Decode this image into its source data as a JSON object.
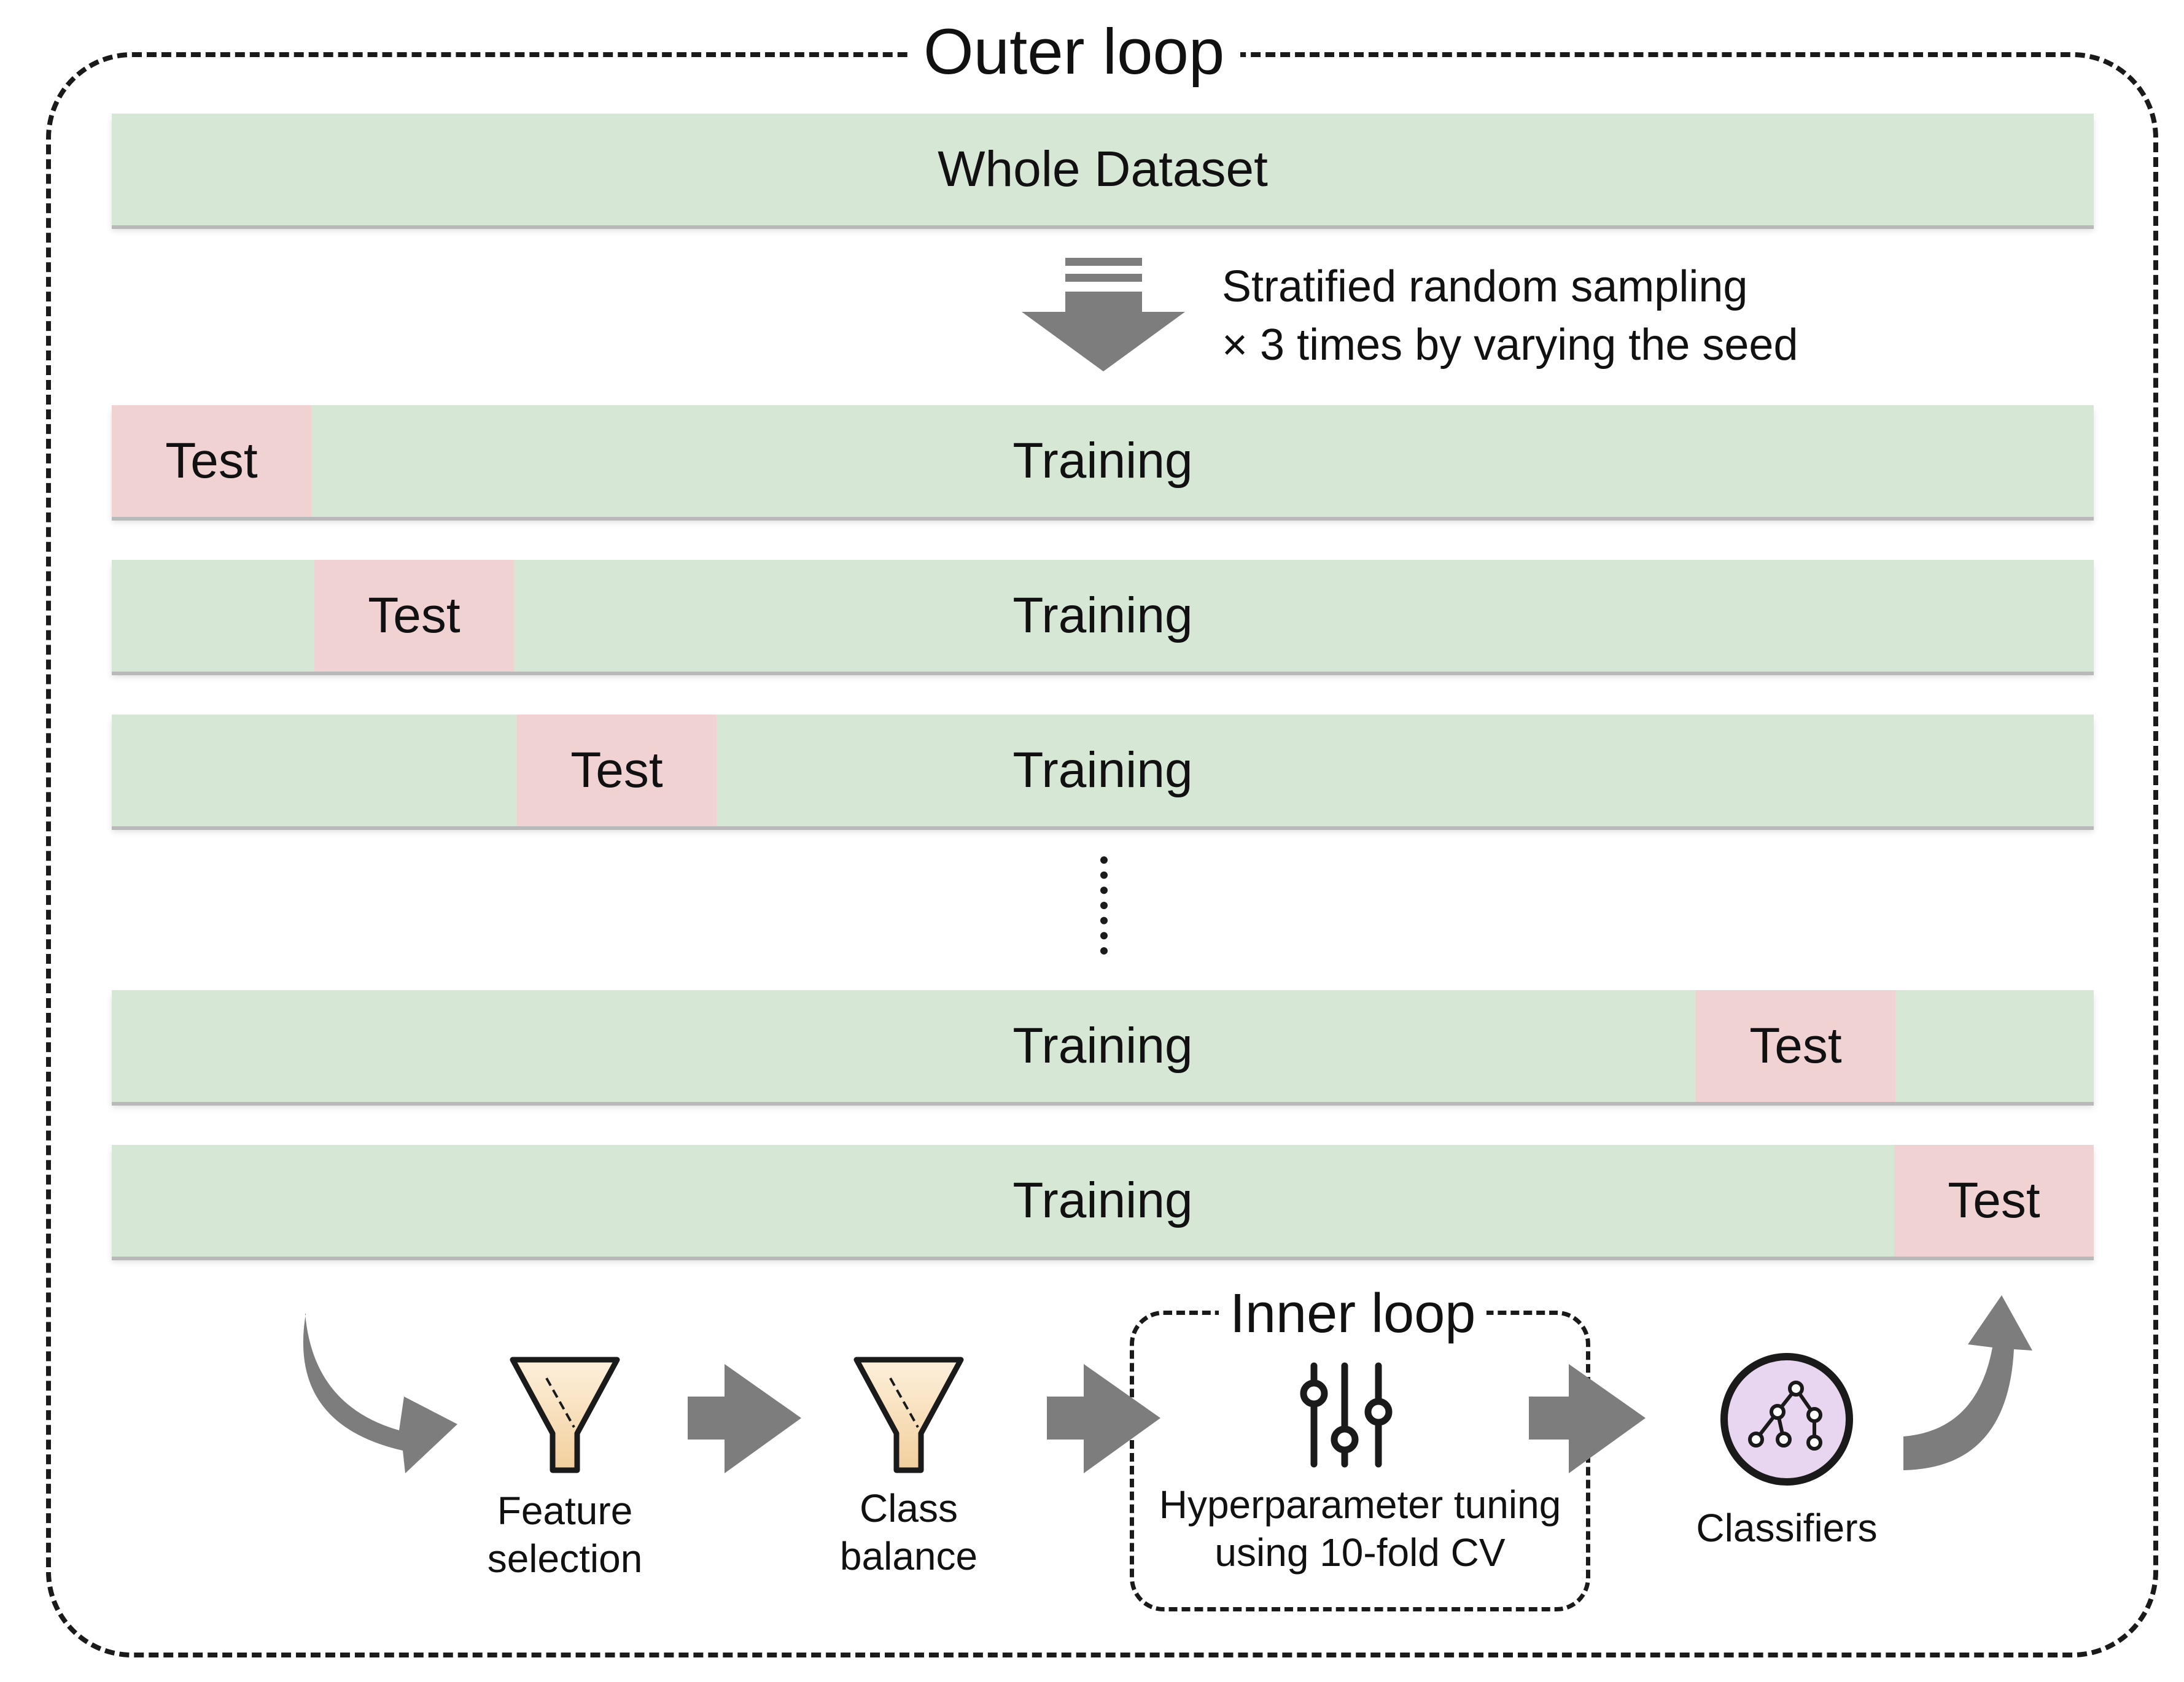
{
  "outer": {
    "title": "Outer loop"
  },
  "dataset": {
    "label": "Whole Dataset"
  },
  "sampling": {
    "line1": "Stratified random sampling",
    "line2": "× 3 times by varying the seed"
  },
  "folds": [
    {
      "test": "Test",
      "training": "Training"
    },
    {
      "test": "Test",
      "training": "Training"
    },
    {
      "test": "Test",
      "training": "Training"
    },
    {
      "test": "Test",
      "training": "Training"
    },
    {
      "test": "Test",
      "training": "Training"
    }
  ],
  "inner": {
    "title": "Inner loop"
  },
  "steps": {
    "feature_selection": [
      "Feature",
      "selection"
    ],
    "class_balance": [
      "Class",
      "balance"
    ],
    "hyperparameter": [
      "Hyperparameter tuning",
      "using 10-fold CV"
    ],
    "classifiers": "Classifiers"
  },
  "colors": {
    "training_fill": "#d6e8d5",
    "test_fill": "#f0d2d2",
    "arrow": "#7d7d7d",
    "funnel_top": "#fdf0dc",
    "funnel_bottom": "#f2cf9c",
    "classifier_circle": "#e8d6f0"
  },
  "icons": {
    "funnel": "funnel-icon",
    "sliders": "sliders-icon",
    "tree": "decision-tree-icon"
  }
}
